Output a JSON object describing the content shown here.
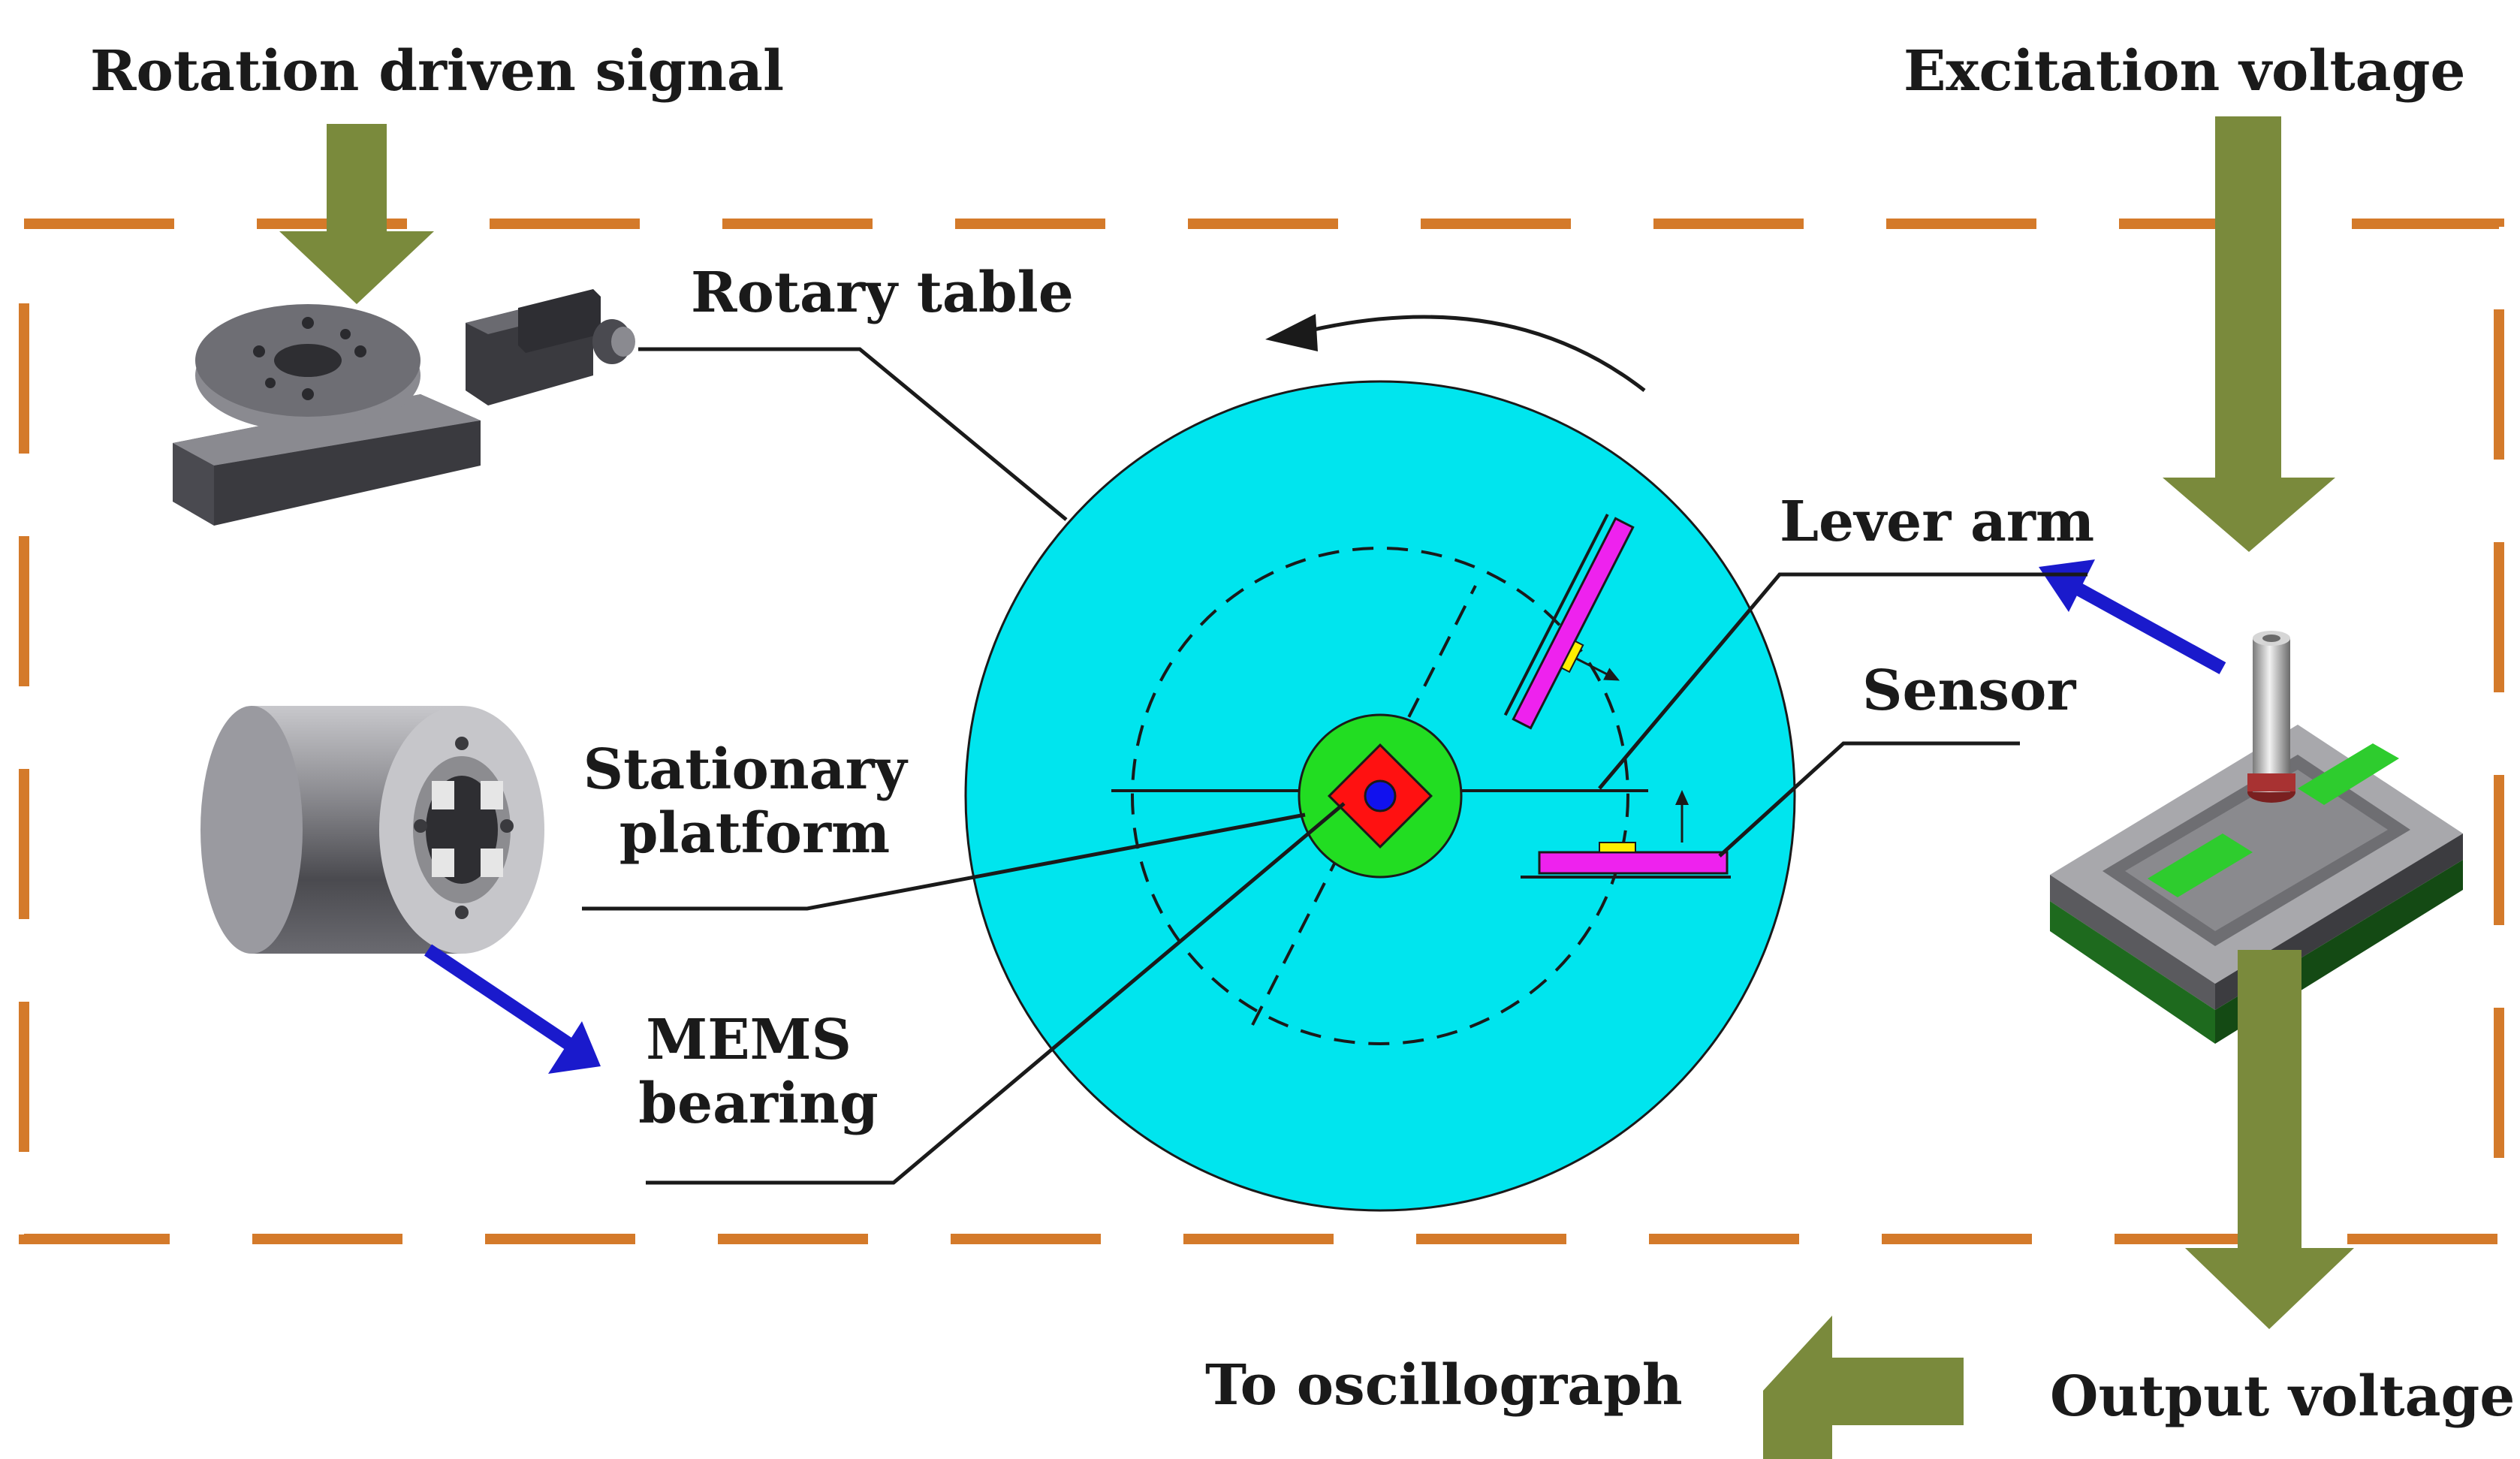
{
  "labels": {
    "rotation_driven_signal": "Rotation driven signal",
    "excitation_voltage": "Excitation voltage",
    "rotary_table": "Rotary table",
    "lever_arm": "Lever arm",
    "sensor": "Sensor",
    "stationary_platform_line1": "Stationary",
    "stationary_platform_line2": "platform",
    "mems_bearing_line1": "MEMS",
    "mems_bearing_line2": "bearing",
    "to_oscillograph": "To oscillograph",
    "output_voltage": "Output voltage"
  },
  "colors": {
    "frame_dash": "#d47a2a",
    "signal_arrow": "#7a8a3c",
    "pointer_arrow": "#1a1acc",
    "rotor_disc": "#00e5ee",
    "platform_disc": "#22dd22",
    "center_square": "#ff1111",
    "center_dot": "#1111ee",
    "cantilever": "#ee22ee",
    "sensor_chip": "#ffee00",
    "sensor_base": "#1e6a1e",
    "sensor_pad": "#2ecc2e"
  },
  "icons": [
    "rotary-table-icon",
    "mems-bearing-icon",
    "sensor-device-icon"
  ]
}
